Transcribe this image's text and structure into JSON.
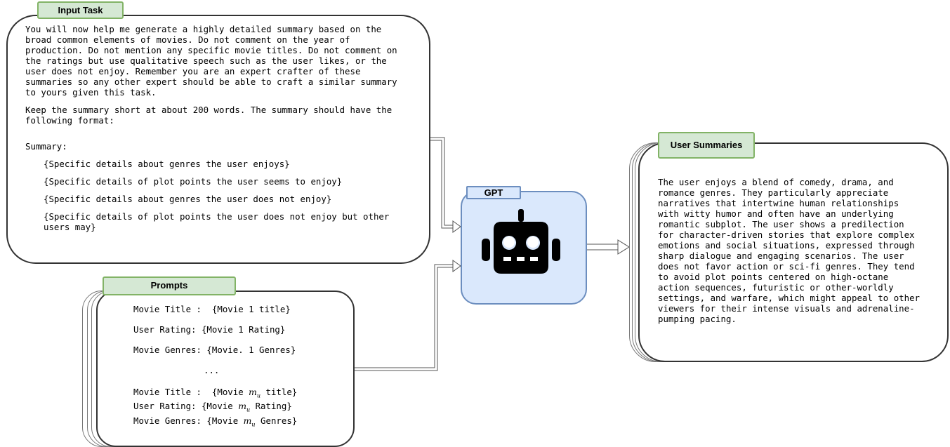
{
  "input_task": {
    "tag": "Input Task",
    "intro": "You will now help me generate a highly detailed summary based on the\nbroad common elements of movies. Do not comment on the year of\nproduction. Do not mention any specific movie titles. Do not comment on\nthe ratings but use qualitative speech such as the user likes, or the\nuser does not enjoy. Remember you are an expert crafter of these\nsummaries so any other expert should be able to craft a similar summary\nto yours given this task.",
    "format_instruction": "Keep the summary short at about 200 words. The summary should have the\nfollowing format:",
    "summary_label": "Summary:",
    "slots": [
      "{Specific details about genres the user enjoys}",
      "{Specific details of plot points the user seems to enjoy}",
      "{Specific details about genres the user does not enjoy}",
      "{Specific details of plot points the user does not enjoy but other\nusers may}"
    ]
  },
  "prompts": {
    "tag": "Prompts",
    "line1": "Movie Title :  {Movie 1 title}",
    "line2": "User Rating: {Movie 1 Rating}",
    "line3": "Movie Genres: {Movie. 1 Genres}",
    "ellipsis": "...",
    "title_prefix": "Movie Title :  {Movie ",
    "title_suffix": " title}",
    "rating_prefix": "User Rating: {Movie ",
    "rating_suffix": " Rating}",
    "genres_prefix": "Movie Genres: {Movie ",
    "genres_suffix": " Genres}",
    "var_base": "m",
    "var_sub": "u"
  },
  "gpt": {
    "tag": "GPT",
    "icon": "robot-icon"
  },
  "user_summaries": {
    "tag": "User Summaries",
    "text": "The user enjoys a blend of comedy, drama, and\nromance genres. They particularly appreciate\nnarratives that intertwine human relationships\nwith witty humor and often have an underlying\nromantic subplot. The user shows a predilection\nfor character-driven stories that explore complex\nemotions and social situations, expressed through\nsharp dialogue and engaging scenarios. The user\ndoes not favor action or sci-fi genres. They tend\nto avoid plot points centered on high-octane\naction sequences, futuristic or other-worldly\nsettings, and warfare, which might appeal to other\nviewers for their intense visuals and adrenaline-\npumping pacing."
  },
  "colors": {
    "green_fill": "#d5e8d4",
    "green_stroke": "#82b366",
    "blue_fill": "#dae8fc",
    "blue_stroke": "#6c8ebf"
  }
}
